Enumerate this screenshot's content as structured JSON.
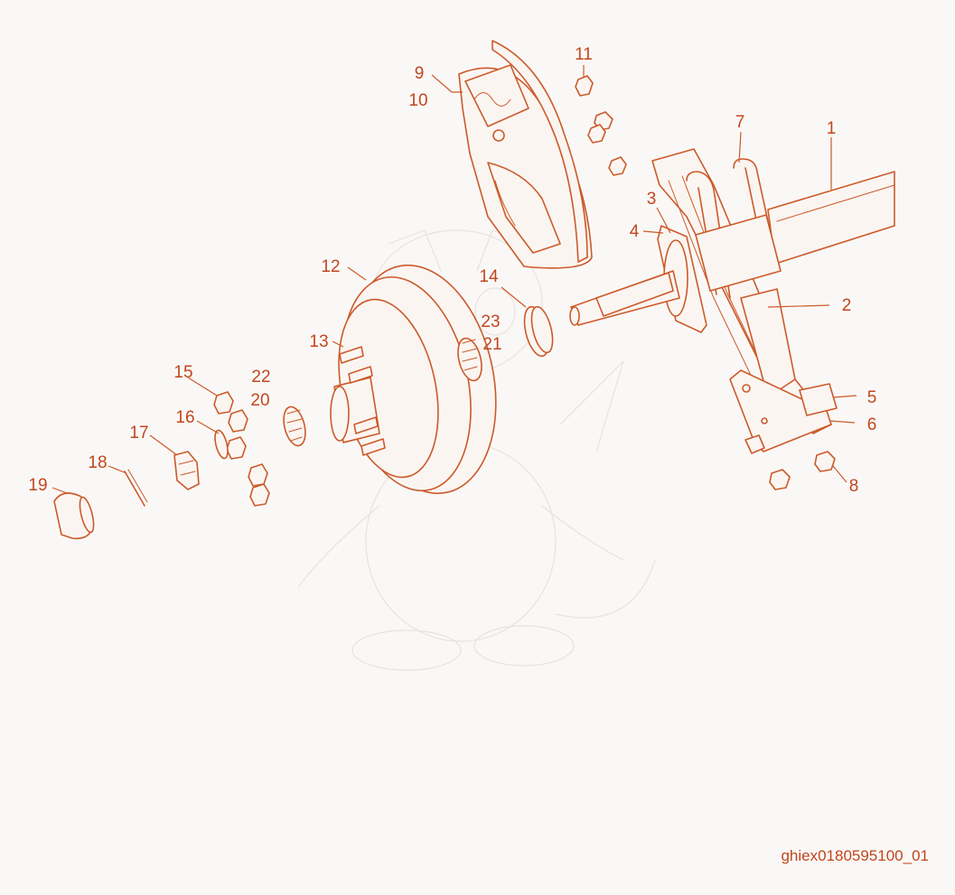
{
  "colors": {
    "line": "#cc5a2a",
    "label": "#c2461e",
    "watermark": "#e9e2dd",
    "background": "#faf8f6"
  },
  "labels": [
    "1",
    "2",
    "3",
    "4",
    "5",
    "6",
    "7",
    "8",
    "9",
    "10",
    "11",
    "12",
    "13",
    "14",
    "15",
    "16",
    "17",
    "18",
    "19",
    "20",
    "21",
    "22",
    "23"
  ],
  "reference_code": "ghiex0180595100_01"
}
